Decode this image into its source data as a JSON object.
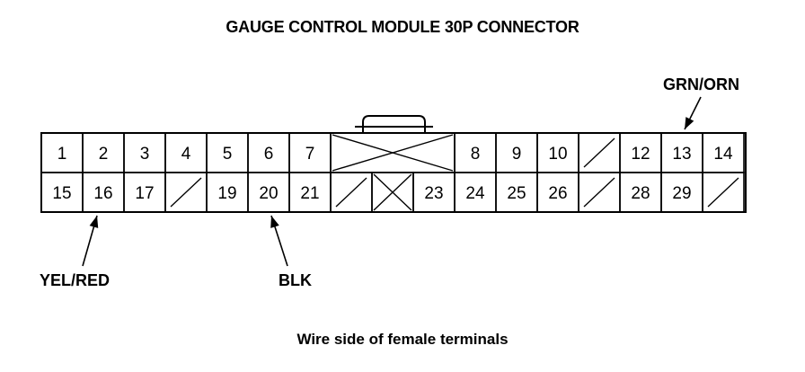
{
  "title": "GAUGE CONTROL MODULE 30P CONNECTOR",
  "caption": "Wire side of female terminals",
  "connector": {
    "row1": [
      {
        "label": "1"
      },
      {
        "label": "2"
      },
      {
        "label": "3"
      },
      {
        "label": "4"
      },
      {
        "label": "5"
      },
      {
        "label": "6"
      },
      {
        "label": "7"
      },
      {
        "label": "",
        "empty": "cross"
      },
      {
        "label": "8"
      },
      {
        "label": "9"
      },
      {
        "label": "10"
      },
      {
        "label": "",
        "empty": "slash"
      },
      {
        "label": "12"
      },
      {
        "label": "13"
      },
      {
        "label": "14"
      }
    ],
    "row2": [
      {
        "label": "15"
      },
      {
        "label": "16"
      },
      {
        "label": "17"
      },
      {
        "label": "",
        "empty": "slash"
      },
      {
        "label": "19"
      },
      {
        "label": "20"
      },
      {
        "label": "21"
      },
      {
        "label": "",
        "empty": "slash"
      },
      {
        "label": "",
        "empty": "cross"
      },
      {
        "label": "23"
      },
      {
        "label": "24"
      },
      {
        "label": "25"
      },
      {
        "label": "26"
      },
      {
        "label": "",
        "empty": "slash"
      },
      {
        "label": "28"
      },
      {
        "label": "29"
      },
      {
        "label": "",
        "empty": "slash"
      }
    ]
  },
  "wires": [
    {
      "terminal": "13",
      "label": "GRN/ORN"
    },
    {
      "terminal": "16",
      "label": "YEL/RED"
    },
    {
      "terminal": "20",
      "label": "BLK"
    }
  ]
}
